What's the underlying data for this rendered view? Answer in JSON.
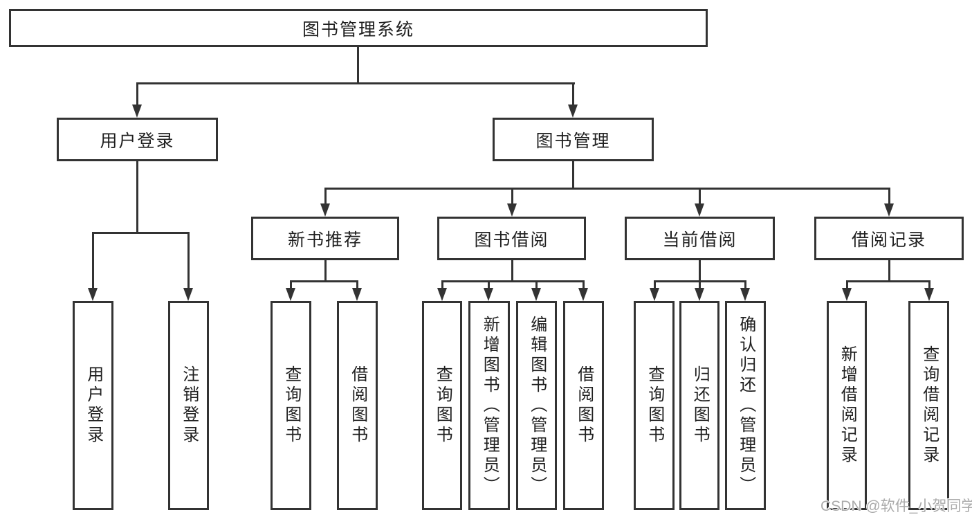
{
  "colors": {
    "background": "#ffffff",
    "line": "#333333",
    "box_border": "#333333",
    "text": "#1f1f1f",
    "watermark": "#ababab"
  },
  "watermark": {
    "text": "CSDN @软件_小贺同学"
  },
  "tree": {
    "label": "图书管理系统",
    "children": [
      {
        "label": "用户登录",
        "children": [
          {
            "label": "用户登录"
          },
          {
            "label": "注销登录"
          }
        ]
      },
      {
        "label": "图书管理",
        "children": [
          {
            "label": "新书推荐",
            "children": [
              {
                "label": "查询图书"
              },
              {
                "label": "借阅图书"
              }
            ]
          },
          {
            "label": "图书借阅",
            "children": [
              {
                "label": "查询图书"
              },
              {
                "label": "新增图书（管理员）"
              },
              {
                "label": "编辑图书（管理员）"
              },
              {
                "label": "借阅图书"
              }
            ]
          },
          {
            "label": "当前借阅",
            "children": [
              {
                "label": "查询图书"
              },
              {
                "label": "归还图书"
              },
              {
                "label": "确认归还（管理员）"
              }
            ]
          },
          {
            "label": "借阅记录",
            "children": [
              {
                "label": "新增借阅记录"
              },
              {
                "label": "查询借阅记录"
              }
            ]
          }
        ]
      }
    ]
  }
}
